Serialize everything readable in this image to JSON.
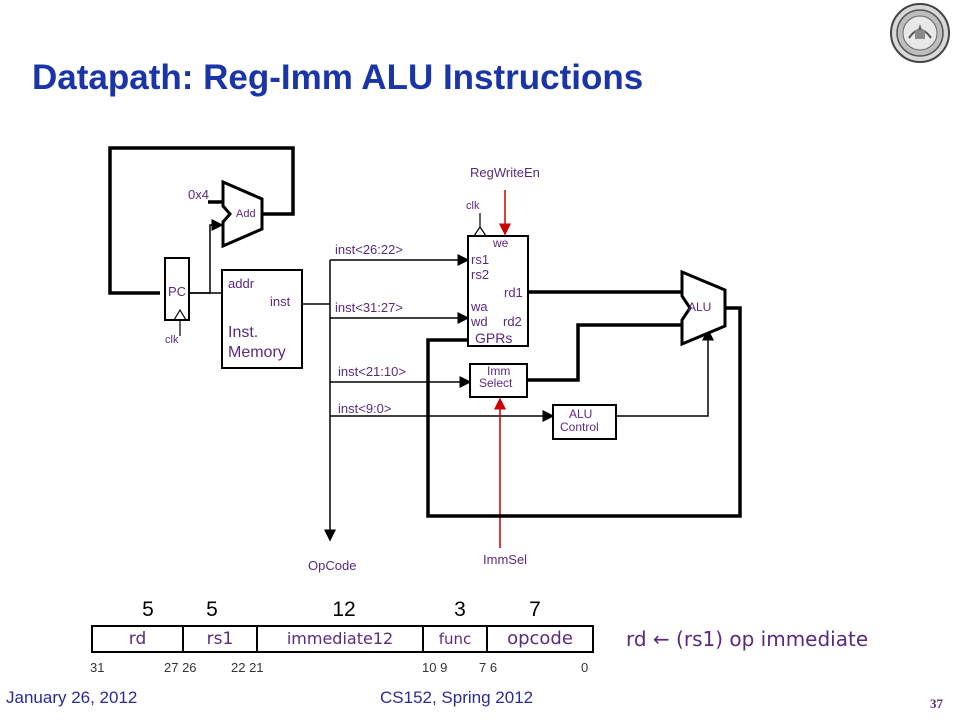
{
  "slide": {
    "title": "Datapath: Reg-Imm ALU Instructions",
    "footer_date": "January 26, 2012",
    "footer_course": "CS152, Spring 2012",
    "page_number": "37",
    "seal_icon": "university-seal-icon"
  },
  "diagram": {
    "const_0x4": "0x4",
    "add_label": "Add",
    "pc_label": "PC",
    "pc_clk": "clk",
    "imem_addr": "addr",
    "imem_inst": "inst",
    "imem_name_line1": "Inst.",
    "imem_name_line2": "Memory",
    "regwriteen": "RegWriteEn",
    "gpr_clk": "clk",
    "gpr_we": "we",
    "gpr_rs1": "rs1",
    "gpr_rs2": "rs2",
    "gpr_rd1": "rd1",
    "gpr_wa": "wa",
    "gpr_wd": "wd",
    "gpr_rd2": "rd2",
    "gpr_name": "GPRs",
    "alu_label": "ALU",
    "imm_select_line1": "Imm",
    "imm_select_line2": "Select",
    "alu_control_line1": "ALU",
    "alu_control_line2": "Control",
    "inst_26_22": "inst<26:22>",
    "inst_31_27": "inst<31:27>",
    "inst_21_10": "inst<21:10>",
    "inst_9_0": "inst<9:0>",
    "opcode": "OpCode",
    "immsel": "ImmSel",
    "wire_color_control": "#cc0000",
    "wire_color_data": "#000000"
  },
  "format": {
    "widths": [
      "5",
      "5",
      "12",
      "3",
      "7"
    ],
    "fields": [
      "rd",
      "rs1",
      "immediate12",
      "func",
      "opcode"
    ],
    "bits": [
      "31",
      "27 26",
      "22 21",
      "10 9",
      "7 6",
      "0"
    ],
    "semantics": "rd ← (rs1) op immediate"
  }
}
